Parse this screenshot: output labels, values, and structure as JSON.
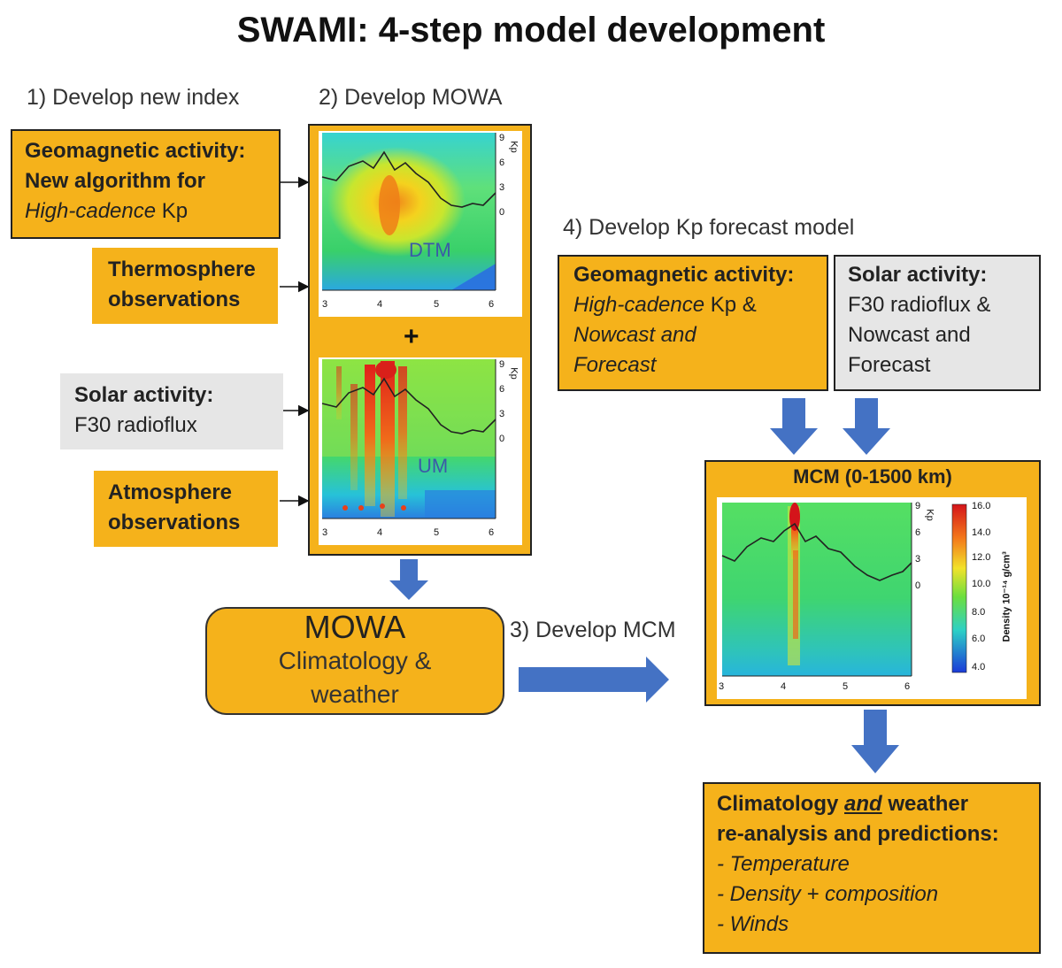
{
  "title": "SWAMI: 4-step model development",
  "steps": {
    "step1": "1) Develop new index",
    "step2": "2) Develop MOWA",
    "step3": "3) Develop MCM",
    "step4": "4) Develop Kp forecast model"
  },
  "inputs": {
    "geomagnetic": {
      "line1": "Geomagnetic activity:",
      "line2": "New algorithm for",
      "line3_italic": "High-cadence",
      "line3_rest": " Kp"
    },
    "thermosphere": {
      "line1": "Thermosphere",
      "line2": "observations"
    },
    "solar": {
      "line1": "Solar activity:",
      "line2": "F30 radioflux"
    },
    "atmosphere": {
      "line1": "Atmosphere",
      "line2": "observations"
    }
  },
  "mowa_panel": {
    "dtm_label": "DTM",
    "um_label": "UM",
    "plus": "+",
    "x_ticks": [
      "3",
      "4",
      "5",
      "6"
    ],
    "kp_ticks": [
      "9",
      "6",
      "3",
      "0"
    ],
    "kp_axis": "Kp"
  },
  "mowa_box": {
    "title": "MOWA",
    "line2": "Climatology &",
    "line3": "weather"
  },
  "forecast": {
    "geo": {
      "title": "Geomagnetic activity:",
      "l2_italic": "High-cadence",
      "l2_rest": " Kp &",
      "l3": "Nowcast and",
      "l4": "Forecast"
    },
    "solar": {
      "title": "Solar activity:",
      "l2": "F30 radioflux &",
      "l3": "Nowcast and",
      "l4": "Forecast"
    }
  },
  "mcm": {
    "title": "MCM (0-1500 km)",
    "x_ticks": [
      "3",
      "4",
      "5",
      "6"
    ],
    "kp_ticks": [
      "9",
      "6",
      "3",
      "0"
    ],
    "kp_axis": "Kp",
    "colorbar_ticks": [
      "16.0",
      "14.0",
      "12.0",
      "10.0",
      "8.0",
      "6.0",
      "4.0"
    ],
    "colorbar_label": "Density 10⁻¹⁴ g/cm³"
  },
  "output": {
    "line1_a": "Climatology ",
    "line1_and": "and",
    "line1_b": " weather",
    "line2": "re-analysis and predictions:",
    "items": [
      "- Temperature",
      "- Density + composition",
      "- Winds"
    ]
  },
  "colors": {
    "orange": "#f5b21b",
    "grey": "#e6e6e6",
    "arrow_blue": "#4472c4"
  }
}
